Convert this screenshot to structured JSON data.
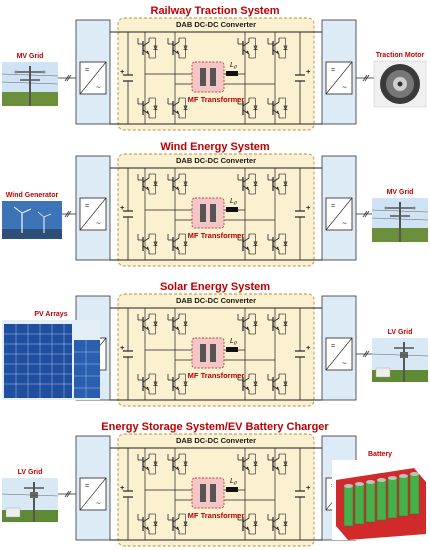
{
  "sections": [
    {
      "title": "Railway Traction System",
      "converter_label": "DAB DC-DC Converter",
      "transformer_label": "MF Transformer",
      "inductor_label": "L",
      "inductor_sub": "σ",
      "left_label": "MV Grid",
      "left_icon": "power-pole-photo",
      "right_label": "Traction Motor",
      "right_icon": "motor-photo"
    },
    {
      "title": "Wind Energy System",
      "converter_label": "DAB DC-DC Converter",
      "transformer_label": "MF Transformer",
      "inductor_label": "L",
      "inductor_sub": "σ",
      "left_label": "Wind Generator",
      "left_icon": "wind-turbine-photo",
      "right_label": "MV Grid",
      "right_icon": "power-pole-photo"
    },
    {
      "title": "Solar Energy System",
      "converter_label": "DAB DC-DC Converter",
      "transformer_label": "MF Transformer",
      "inductor_label": "L",
      "inductor_sub": "σ",
      "left_label": "PV Arrays",
      "left_icon": "solar-panel-photo",
      "right_label": "LV Grid",
      "right_icon": "lv-pole-photo"
    },
    {
      "title": "Energy Storage System/EV Battery Charger",
      "converter_label": "DAB DC-DC Converter",
      "transformer_label": "MF Transformer",
      "inductor_label": "L",
      "inductor_sub": "σ",
      "left_label": "LV Grid",
      "left_icon": "lv-pole-photo",
      "right_label": "Battery",
      "right_icon": "battery-pack-photo"
    }
  ],
  "colors": {
    "title": "#c00000",
    "converter_fill": "#fbf0cf",
    "converter_border": "#b39040",
    "transformer_fill": "#f4c6c6",
    "transformer_border": "#c04040",
    "rectifier_fill": "#dcebf5",
    "wire": "#222222"
  }
}
